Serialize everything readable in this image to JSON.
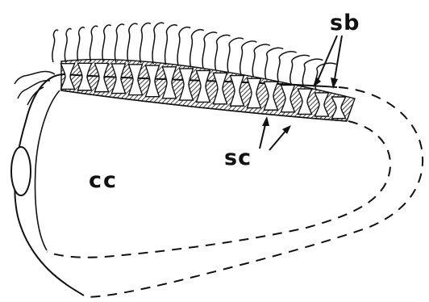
{
  "diagram": {
    "labels": {
      "sb": "sb",
      "sc": "sc",
      "cc": "cc"
    },
    "colors": {
      "ink": "#111111",
      "paper": "#ffffff"
    },
    "cell_count": 17,
    "hair_count": 22
  }
}
